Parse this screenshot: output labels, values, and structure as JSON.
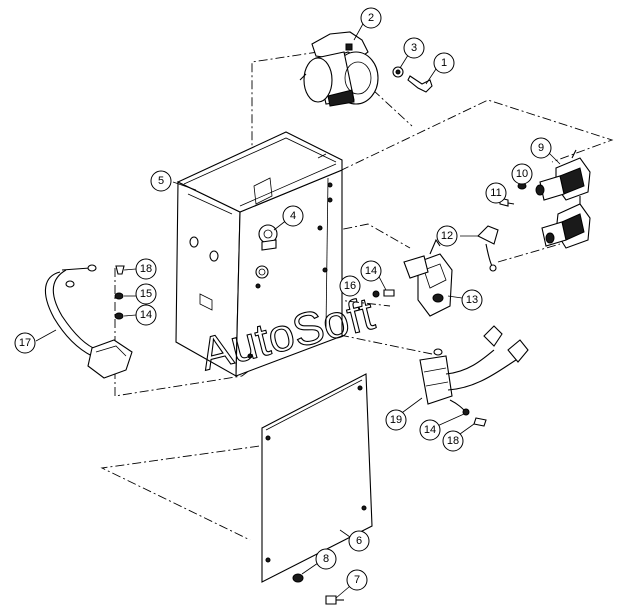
{
  "watermark": "AutoSoft",
  "callouts": [
    "1",
    "2",
    "3",
    "4",
    "5",
    "6",
    "7",
    "8",
    "9",
    "10",
    "11",
    "12",
    "13",
    "14",
    "14",
    "14",
    "15",
    "16",
    "17",
    "18",
    "18",
    "19"
  ]
}
